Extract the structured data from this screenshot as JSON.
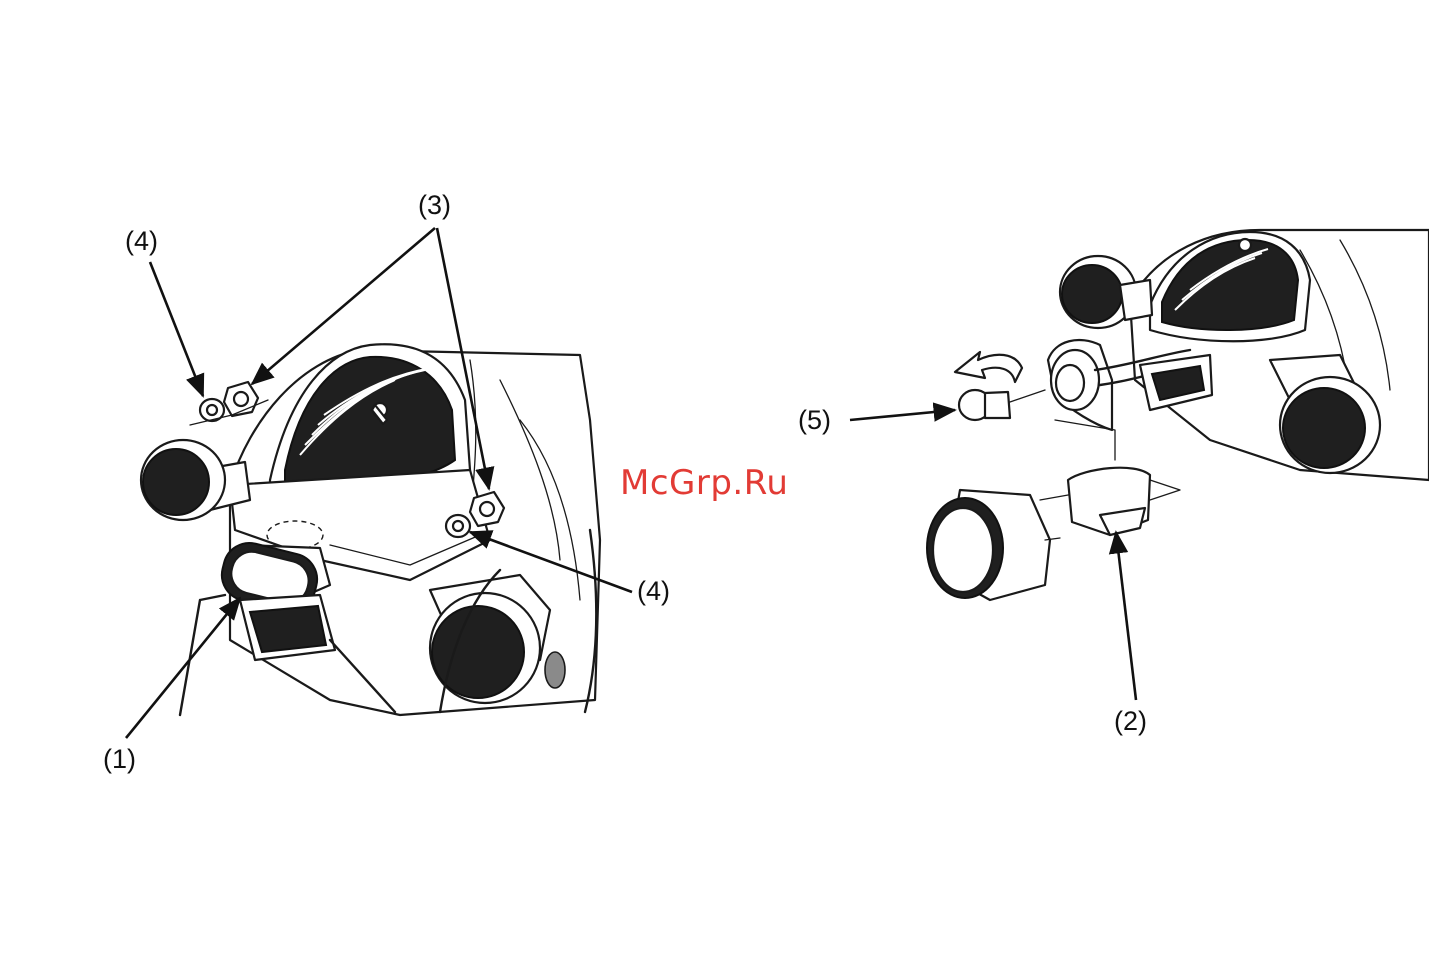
{
  "callouts": {
    "c1": "(1)",
    "c2": "(2)",
    "c3": "(3)",
    "c4_left": "(4)",
    "c4_right": "(4)",
    "c5": "(5)"
  },
  "watermark": "McGrp.Ru",
  "colors": {
    "ink": "#1a1a1a",
    "watermark": "#e23b35",
    "background": "#ffffff"
  }
}
